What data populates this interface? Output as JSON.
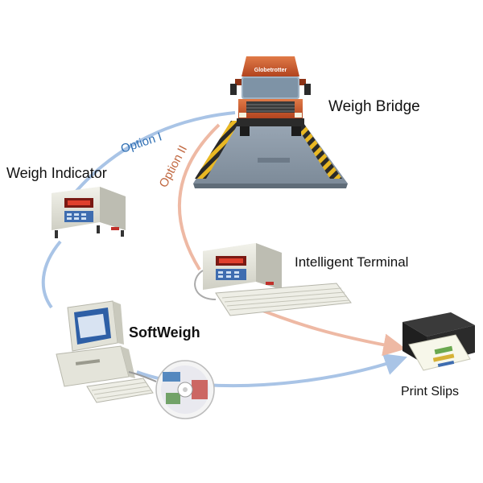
{
  "labels": {
    "weigh_bridge": "Weigh Bridge",
    "weigh_indicator": "Weigh Indicator",
    "intelligent_terminal": "Intelligent Terminal",
    "softweigh": "SoftWeigh",
    "print_slips": "Print Slips"
  },
  "paths": {
    "option_1": "Option I",
    "option_2": "Option II"
  },
  "truck": {
    "brand": "Globetrotter"
  },
  "colors": {
    "option_1_path": "#a9c4e6",
    "option_1_text": "#2f6fb3",
    "option_2_path": "#eeb9a4",
    "option_2_text": "#c0673f",
    "truck_cab": "#c9542a"
  }
}
